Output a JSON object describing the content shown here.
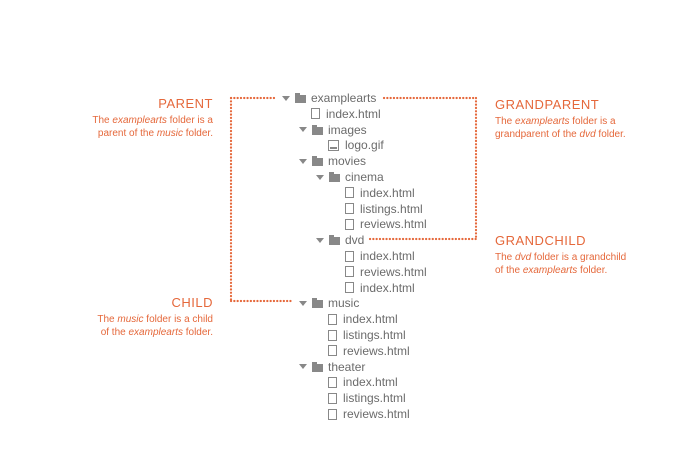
{
  "tree": [
    {
      "id": "examplearts",
      "label": "examplearts",
      "type": "folder",
      "depth": 0
    },
    {
      "id": "examplearts-index",
      "label": "index.html",
      "type": "file",
      "depth": 1
    },
    {
      "id": "images",
      "label": "images",
      "type": "folder",
      "depth": 1
    },
    {
      "id": "images-logo",
      "label": "logo.gif",
      "type": "image",
      "depth": 2
    },
    {
      "id": "movies",
      "label": "movies",
      "type": "folder",
      "depth": 1
    },
    {
      "id": "cinema",
      "label": "cinema",
      "type": "folder",
      "depth": 2
    },
    {
      "id": "cinema-index",
      "label": "index.html",
      "type": "file",
      "depth": 3
    },
    {
      "id": "cinema-listings",
      "label": "listings.html",
      "type": "file",
      "depth": 3
    },
    {
      "id": "cinema-reviews",
      "label": "reviews.html",
      "type": "file",
      "depth": 3
    },
    {
      "id": "dvd",
      "label": "dvd",
      "type": "folder",
      "depth": 2
    },
    {
      "id": "dvd-index",
      "label": "index.html",
      "type": "file",
      "depth": 3
    },
    {
      "id": "dvd-reviews",
      "label": "reviews.html",
      "type": "file",
      "depth": 3
    },
    {
      "id": "dvd-index-2",
      "label": "index.html",
      "type": "file",
      "depth": 3
    },
    {
      "id": "music",
      "label": "music",
      "type": "folder",
      "depth": 1
    },
    {
      "id": "music-index",
      "label": "index.html",
      "type": "file",
      "depth": 2
    },
    {
      "id": "music-listings",
      "label": "listings.html",
      "type": "file",
      "depth": 2
    },
    {
      "id": "music-reviews",
      "label": "reviews.html",
      "type": "file",
      "depth": 2
    },
    {
      "id": "theater",
      "label": "theater",
      "type": "folder",
      "depth": 1
    },
    {
      "id": "theater-index",
      "label": "index.html",
      "type": "file",
      "depth": 2
    },
    {
      "id": "theater-listings",
      "label": "listings.html",
      "type": "file",
      "depth": 2
    },
    {
      "id": "theater-reviews",
      "label": "reviews.html",
      "type": "file",
      "depth": 2
    }
  ],
  "annotations": {
    "parent": {
      "title": "PARENT",
      "desc": [
        {
          "text": "The ",
          "em": false
        },
        {
          "text": "examplearts",
          "em": true
        },
        {
          "text": " folder is a",
          "em": false
        },
        {
          "br": true
        },
        {
          "text": "parent of the ",
          "em": false
        },
        {
          "text": "music",
          "em": true
        },
        {
          "text": " folder.",
          "em": false
        }
      ]
    },
    "child": {
      "title": "CHILD",
      "desc": [
        {
          "text": "The ",
          "em": false
        },
        {
          "text": "music",
          "em": true
        },
        {
          "text": " folder is a child",
          "em": false
        },
        {
          "br": true
        },
        {
          "text": "of the ",
          "em": false
        },
        {
          "text": "examplearts",
          "em": true
        },
        {
          "text": " folder.",
          "em": false
        }
      ]
    },
    "grandparent": {
      "title": "GRANDPARENT",
      "desc": [
        {
          "text": "The ",
          "em": false
        },
        {
          "text": "examplearts",
          "em": true
        },
        {
          "text": " folder is a",
          "em": false
        },
        {
          "br": true
        },
        {
          "text": "grandparent of the ",
          "em": false
        },
        {
          "text": "dvd",
          "em": true
        },
        {
          "text": " folder.",
          "em": false
        }
      ]
    },
    "grandchild": {
      "title": "GRANDCHILD",
      "desc": [
        {
          "text": "The ",
          "em": false
        },
        {
          "text": "dvd",
          "em": true
        },
        {
          "text": " folder is a grandchild",
          "em": false
        },
        {
          "br": true
        },
        {
          "text": "of the ",
          "em": false
        },
        {
          "text": "examplearts",
          "em": true
        },
        {
          "text": " folder.",
          "em": false
        }
      ]
    }
  },
  "colors": {
    "accent": "#e5683b",
    "tree_text": "#6b6b6b",
    "icon": "#888888"
  },
  "icons": {
    "folder": "folder-icon",
    "file": "file-icon",
    "image": "image-file-icon",
    "caret": "caret-down-icon"
  }
}
